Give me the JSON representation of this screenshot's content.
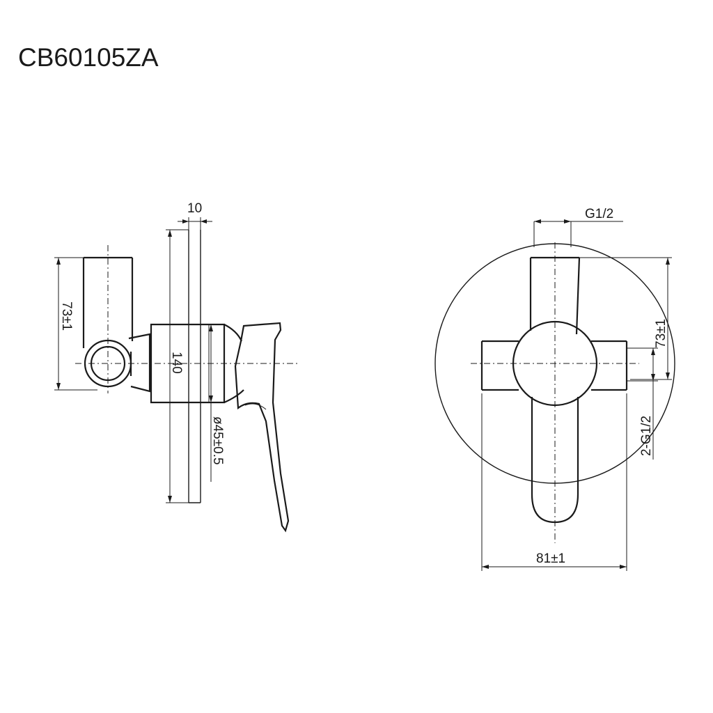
{
  "title": "CB60105ZA",
  "side_view": {
    "dim_width": "10",
    "dim_height_total": "140",
    "dim_center": "73±1",
    "dim_diameter": "ø45±0.5"
  },
  "front_view": {
    "dim_top_thread": "G1/2",
    "dim_center": "73±1",
    "dim_side_thread": "2-G1/2",
    "dim_width": "81±1"
  }
}
